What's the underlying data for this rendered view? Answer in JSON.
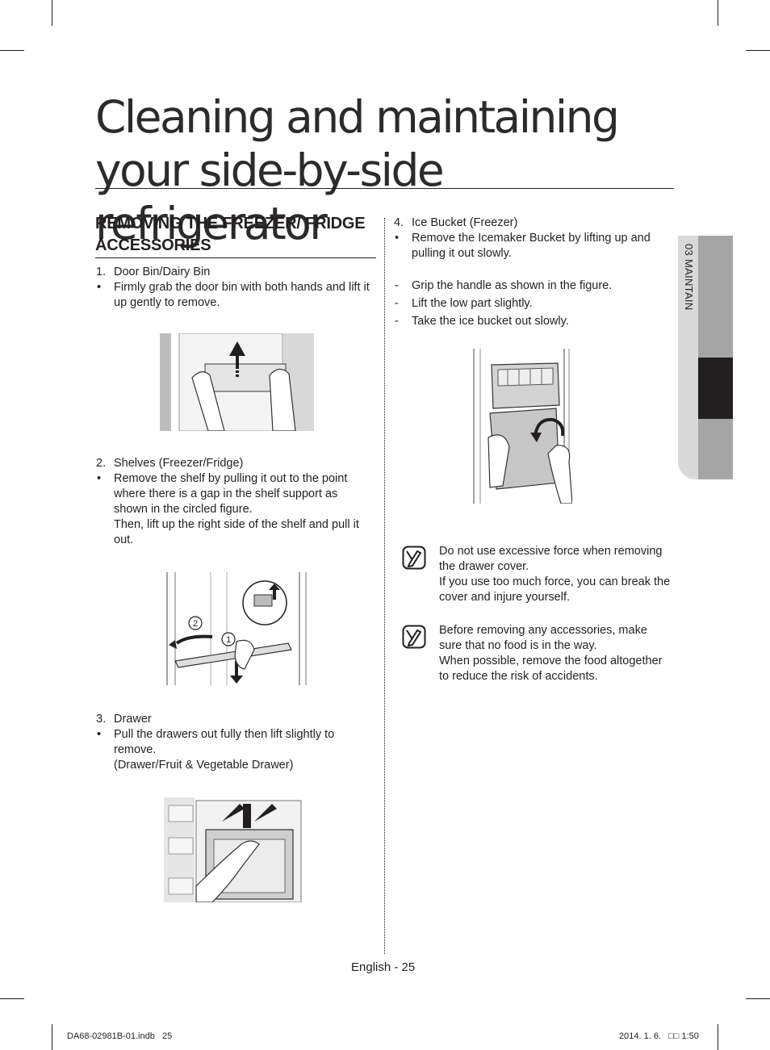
{
  "page": {
    "title": "Cleaning and maintaining your side-by-side refrigerator",
    "section_heading": "REMOVING THE FREEZER/ FRIDGE ACCESSORIES",
    "side_tab_label": "03  MAINTAIN"
  },
  "steps_left": [
    {
      "number": "1.",
      "heading": "Door Bin/Dairy Bin",
      "bullet": "Firmly grab the door bin with both hands and lift it up gently to remove."
    },
    {
      "number": "2.",
      "heading": "Shelves (Freezer/Fridge)",
      "bullet": "Remove the shelf by pulling it out to the point where there is a gap in the shelf support as shown in the circled figure.",
      "bullet_cont": "Then, lift up the right side of the shelf and pull it out."
    },
    {
      "number": "3.",
      "heading": "Drawer",
      "bullet": "Pull the drawers out fully then lift slightly to remove.",
      "bullet_cont": "(Drawer/Fruit & Vegetable Drawer)"
    }
  ],
  "step_right": {
    "number": "4.",
    "heading": "Ice Bucket (Freezer)",
    "bullet": "Remove the Icemaker Bucket by lifting up and pulling it out slowly.",
    "dashes": [
      "Grip the handle as shown in the figure.",
      "Lift the low part slightly.",
      "Take the ice bucket out slowly."
    ]
  },
  "markers": {
    "bullet": "•",
    "dash": "-"
  },
  "figure_labels": {
    "shelf_step1": "1",
    "shelf_step2": "2"
  },
  "notes": [
    {
      "line1": "Do not use excessive force when removing the drawer cover.",
      "line2": "If you use too much force, you can break the cover and injure yourself."
    },
    {
      "line1": "Before removing any accessories, make sure that no food is in the way.",
      "line2": "When possible, remove the food altogether to reduce the risk of accidents."
    }
  ],
  "footer": {
    "page_label": "English - 25",
    "file_name": "DA68-02981B-01.indb   25",
    "print_date": "2014. 1. 6.   □□ 1:50"
  }
}
